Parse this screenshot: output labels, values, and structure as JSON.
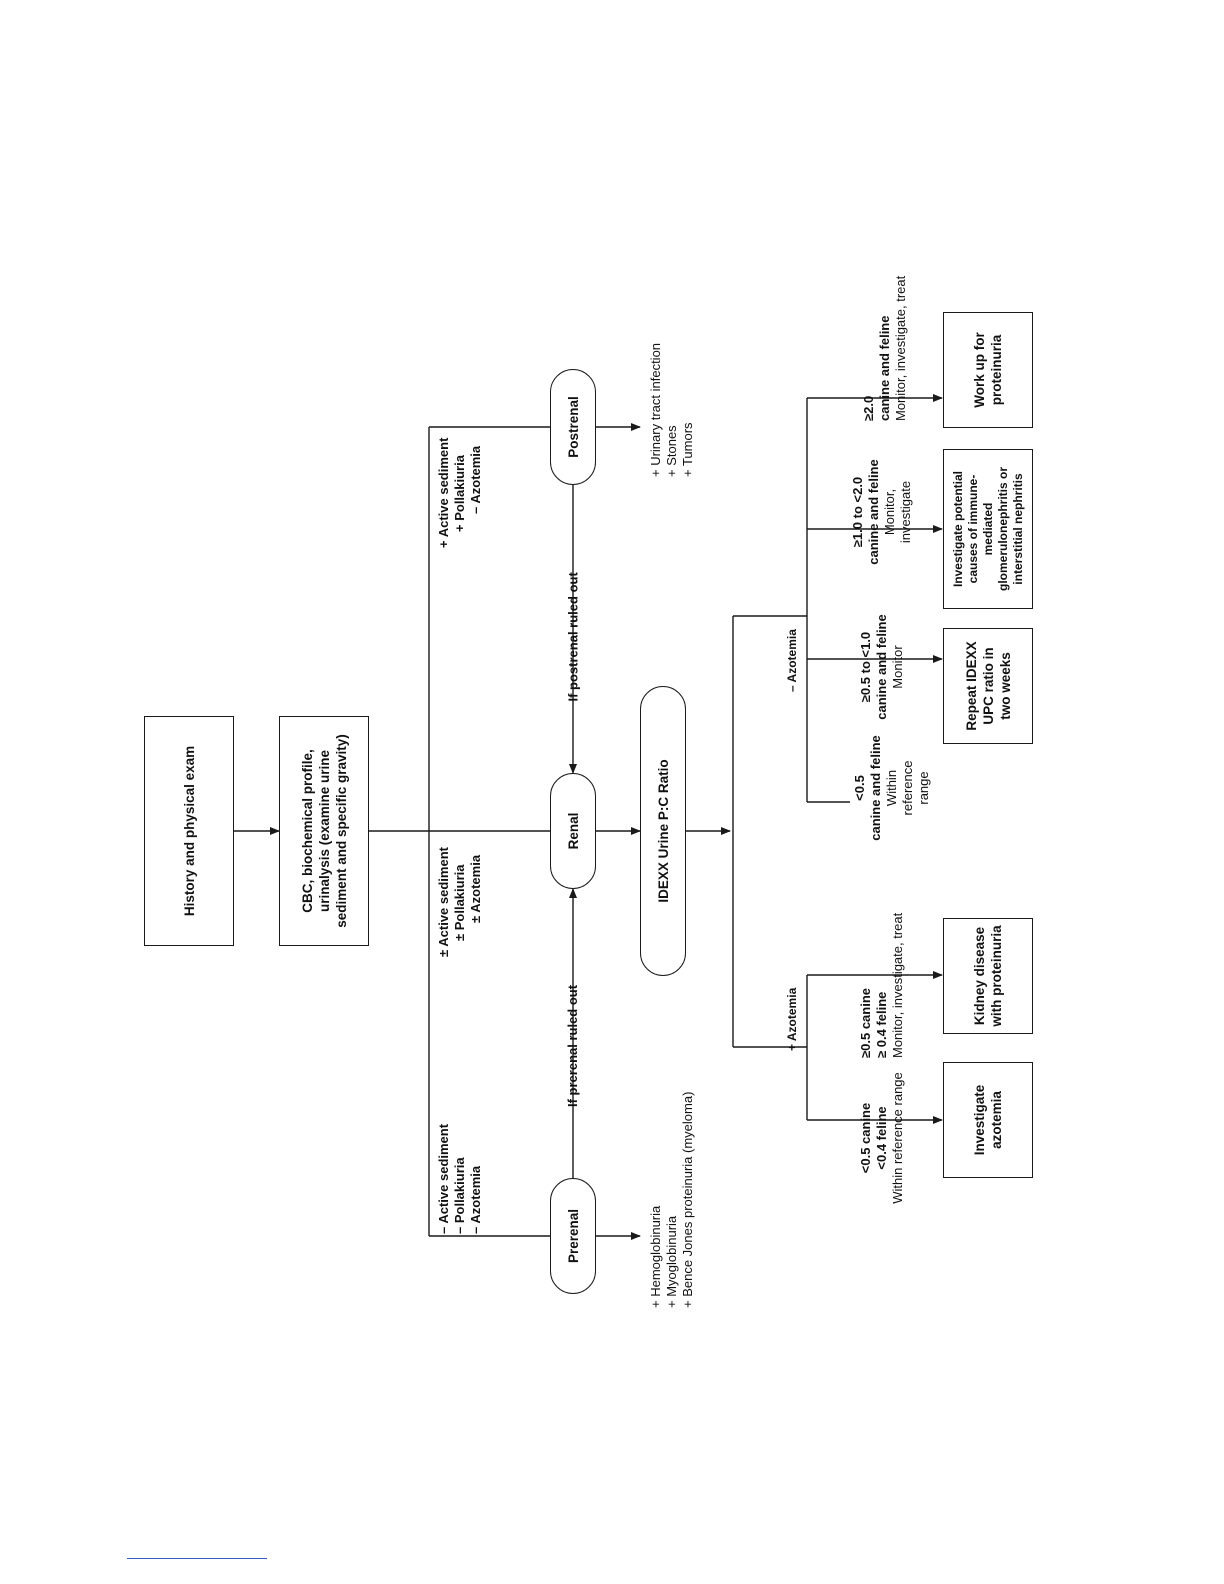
{
  "nodes": {
    "history": "History and physical exam",
    "labs": [
      "CBC, biochemical profile,",
      "urinalysis (examine urine",
      "sediment and specific gravity)"
    ],
    "prerenal": "Prerenal",
    "renal": "Renal",
    "postrenal": "Postrenal",
    "upc": "IDEXX Urine P:C Ratio",
    "investigate_azotemia": [
      "Investigate",
      "azotemia"
    ],
    "kidney_disease": [
      "Kidney disease",
      "with proteinuria"
    ],
    "repeat_upc": [
      "Repeat IDEXX",
      "UPC ratio in",
      "two weeks"
    ],
    "investigate_causes": [
      "Investigate potential",
      "causes of immune-",
      "mediated",
      "glomerulonephritis or",
      "interstitial nephritis"
    ],
    "work_up": [
      "Work up for",
      "proteinuria"
    ]
  },
  "branch_labels": {
    "prerenal": [
      "– Active sediment",
      "– Pollakiuria",
      "– Azotemia"
    ],
    "renal": [
      "± Active sediment",
      "± Pollakiuria",
      "± Azotemia"
    ],
    "postrenal": [
      "+ Active sediment",
      "+ Pollakiuria",
      "– Azotemia"
    ],
    "prerenal_ruled_out": "If prerenal ruled out",
    "postrenal_ruled_out": "If postrenal ruled out",
    "plus_azotemia": "+ Azotemia",
    "minus_azotemia": "– Azotemia"
  },
  "outcomes": {
    "prerenal": [
      "+ Hemoglobinuria",
      "+ Myoglobinuria",
      "+ Bence Jones proteinuria (myeloma)"
    ],
    "postrenal": [
      "+ Urinary tract infection",
      "+ Stones",
      "+ Tumors"
    ]
  },
  "ratio_labels": {
    "r1": {
      "bold": [
        "<0.5 canine",
        "<0.4 feline"
      ],
      "normal": [
        "Within reference range"
      ]
    },
    "r2": {
      "bold": [
        "≥0.5 canine",
        "≥ 0.4 feline"
      ],
      "normal": [
        "Monitor, investigate, treat"
      ]
    },
    "r3": {
      "bold": [
        "<0.5",
        "canine and feline"
      ],
      "normal": [
        "Within",
        "reference",
        "range"
      ]
    },
    "r4": {
      "bold": [
        "≥0.5 to <1.0",
        "canine and feline"
      ],
      "normal": [
        "Monitor"
      ]
    },
    "r5": {
      "bold": [
        "≥1.0 to <2.0",
        "canine and feline"
      ],
      "normal": [
        "Monitor,",
        "investigate"
      ]
    },
    "r6": {
      "bold": [
        "≥2.0",
        "canine and feline"
      ],
      "normal": [
        "Monitor, investigate, treat"
      ]
    }
  },
  "colors": {
    "line": "#1a1a1a",
    "footer_rule": "#3a5fc8"
  }
}
